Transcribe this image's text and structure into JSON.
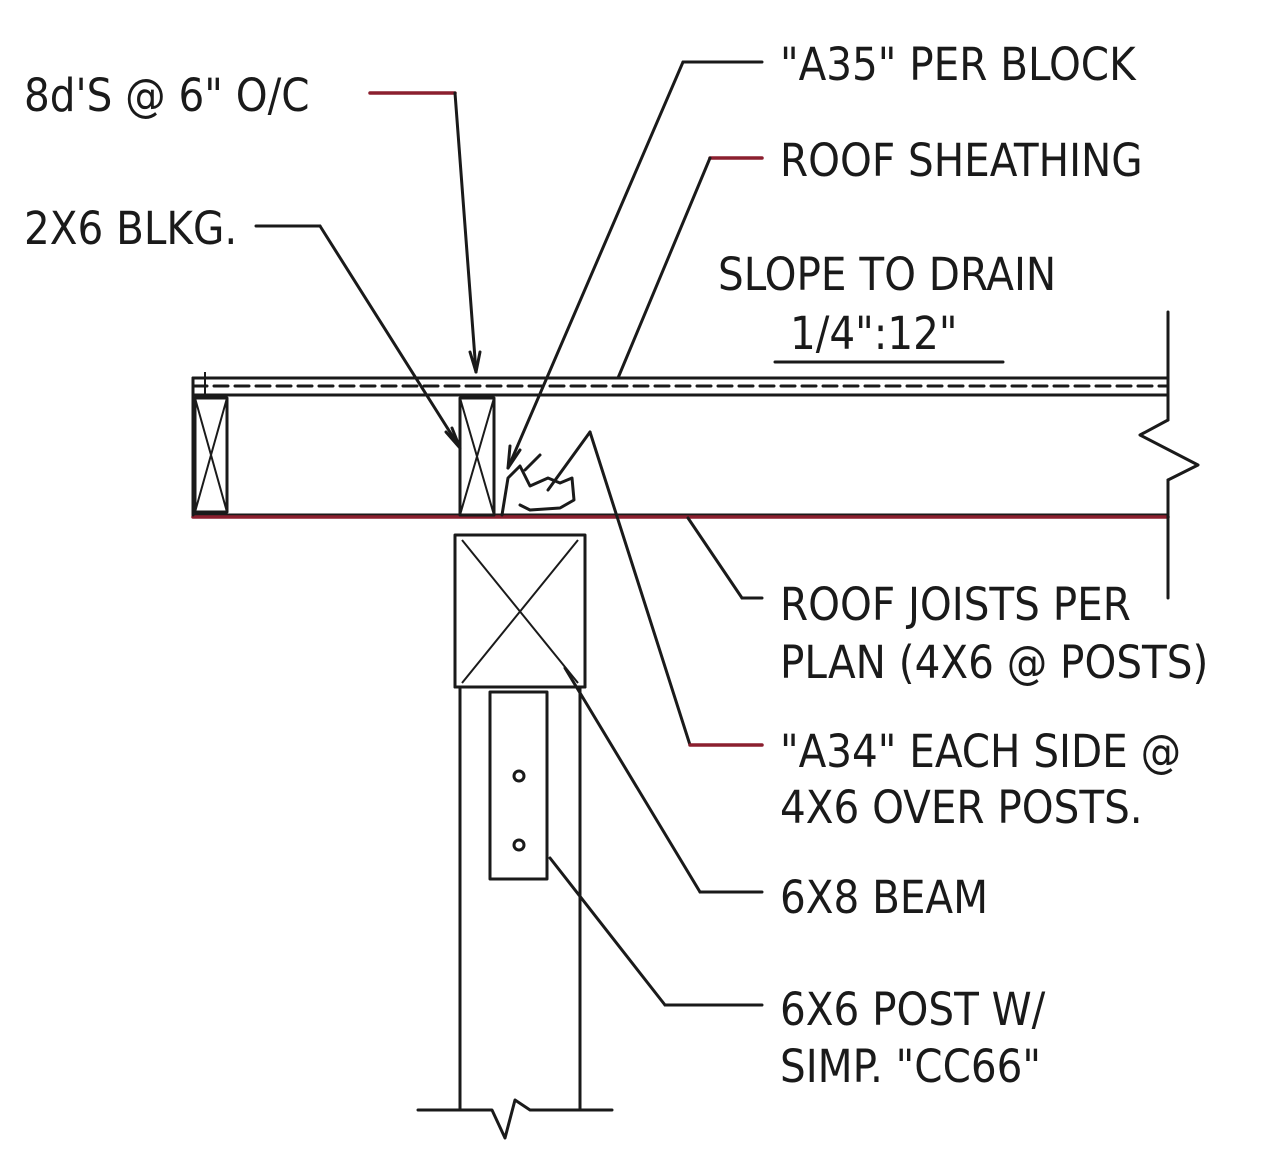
{
  "labels": {
    "nailing": "8d'S @ 6\" O/C",
    "blocking": "2X6 BLKG.",
    "a35": "\"A35\" PER BLOCK",
    "sheathing": "ROOF SHEATHING",
    "slope_title": "SLOPE TO DRAIN",
    "slope_value": "1/4\":12\"",
    "joists_line1": "ROOF JOISTS PER",
    "joists_line2": "PLAN (4X6 @ POSTS)",
    "a34_line1": "\"A34\" EACH SIDE @",
    "a34_line2": "4X6 OVER POSTS.",
    "beam": "6X8 BEAM",
    "post_line1": "6X6 POST W/",
    "post_line2": "SIMP. \"CC66\""
  },
  "colors": {
    "linework": "#1a1a1a",
    "leader_accent": "#8b1f2e"
  }
}
